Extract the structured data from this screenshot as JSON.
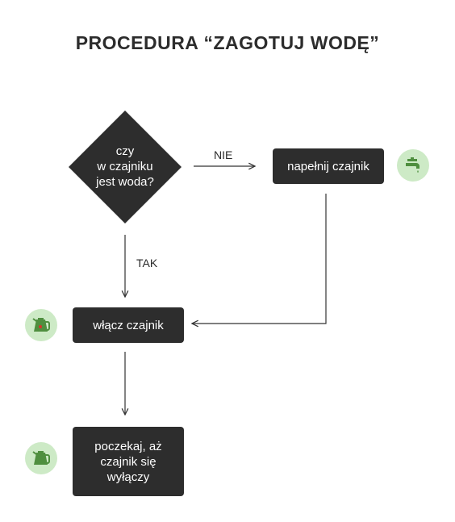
{
  "title": "PROCEDURA “ZAGOTUJ WODĘ”",
  "nodes": {
    "decision": {
      "lines": [
        "czy",
        "w czajniku",
        "jest woda?"
      ]
    },
    "fill": {
      "label": "napełnij czajnik"
    },
    "turn_on": {
      "label": "włącz czajnik"
    },
    "wait": {
      "lines": [
        "poczekaj, aż",
        "czajnik się",
        "wyłączy"
      ]
    }
  },
  "edges": {
    "no_label": "NIE",
    "yes_label": "TAK"
  },
  "icons": {
    "fill": "faucet-icon",
    "turn_on": "kettle-on-icon",
    "wait": "kettle-icon"
  },
  "colors": {
    "node_fill": "#2d2d2d",
    "icon_badge": "#cdeac6",
    "icon_green": "#4f8f3f",
    "accent_red": "#d9332b"
  }
}
